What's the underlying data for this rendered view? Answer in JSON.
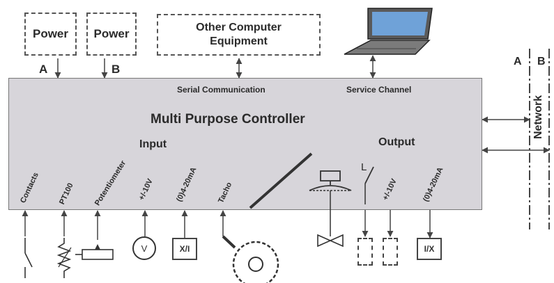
{
  "title": "Multi Purpose Controller",
  "power": [
    {
      "label": "Power",
      "feed": "A"
    },
    {
      "label": "Power",
      "feed": "B"
    }
  ],
  "other_equipment": "Other Computer Equipment",
  "comm": {
    "serial": "Serial Communication",
    "service": "Service Channel"
  },
  "sections": {
    "input": "Input",
    "output": "Output"
  },
  "inputs": [
    "Contacts",
    "PT100",
    "Potentiometer",
    "+/-10V",
    "(0)4-20mA",
    "Tacho"
  ],
  "outputs": [
    "+/-10V",
    "(0)4-20mA"
  ],
  "network": {
    "label": "Network",
    "line_a": "A",
    "line_b": "B"
  },
  "symbols": {
    "voltmeter": "V",
    "converter_in": "X/I",
    "converter_out": "I/X",
    "relay_contact": "L"
  },
  "colors": {
    "controller_fill": "#d7d5da",
    "line": "#444444",
    "text": "#2a2a2a"
  }
}
